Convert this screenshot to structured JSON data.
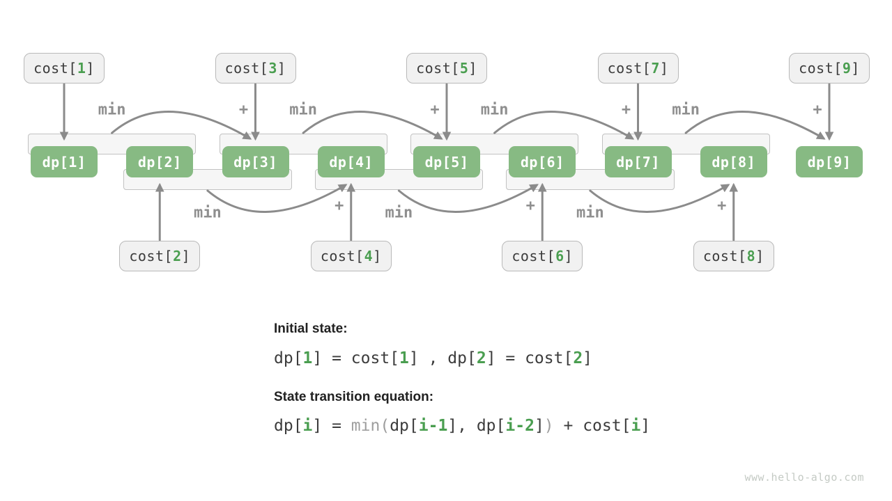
{
  "colors": {
    "dp_box_green": "#87ba83",
    "cost_box_fill": "#f1f1f1",
    "cost_box_border": "#b9b9b9",
    "accent_green": "#4a9e50",
    "dark_text": "#3c3c3c",
    "arrow_gray": "#8b8b8b",
    "label_gray": "#8f8f8f",
    "bracket_fill": "#f6f6f6",
    "bracket_border": "#c2c2c2",
    "watermark_gray": "#c4cac4"
  },
  "diagram": {
    "dp_boxes": [
      {
        "pre": "dp[",
        "num": "1",
        "post": "]"
      },
      {
        "pre": "dp[",
        "num": "2",
        "post": "]"
      },
      {
        "pre": "dp[",
        "num": "3",
        "post": "]"
      },
      {
        "pre": "dp[",
        "num": "4",
        "post": "]"
      },
      {
        "pre": "dp[",
        "num": "5",
        "post": "]"
      },
      {
        "pre": "dp[",
        "num": "6",
        "post": "]"
      },
      {
        "pre": "dp[",
        "num": "7",
        "post": "]"
      },
      {
        "pre": "dp[",
        "num": "8",
        "post": "]"
      },
      {
        "pre": "dp[",
        "num": "9",
        "post": "]"
      }
    ],
    "cost_top_boxes": [
      {
        "pre": "cost[",
        "num": "1",
        "post": "]",
        "col": 0
      },
      {
        "pre": "cost[",
        "num": "3",
        "post": "]",
        "col": 2
      },
      {
        "pre": "cost[",
        "num": "5",
        "post": "]",
        "col": 4
      },
      {
        "pre": "cost[",
        "num": "7",
        "post": "]",
        "col": 6
      },
      {
        "pre": "cost[",
        "num": "9",
        "post": "]",
        "col": 8
      }
    ],
    "cost_bottom_boxes": [
      {
        "pre": "cost[",
        "num": "2",
        "post": "]",
        "col": 1
      },
      {
        "pre": "cost[",
        "num": "4",
        "post": "]",
        "col": 3
      },
      {
        "pre": "cost[",
        "num": "6",
        "post": "]",
        "col": 5
      },
      {
        "pre": "cost[",
        "num": "8",
        "post": "]",
        "col": 7
      }
    ],
    "top_groups": [
      {
        "from_cols": [
          0,
          1
        ],
        "target_col": 2,
        "min_label": "min",
        "plus_label": "+"
      },
      {
        "from_cols": [
          2,
          3
        ],
        "target_col": 4,
        "min_label": "min",
        "plus_label": "+"
      },
      {
        "from_cols": [
          4,
          5
        ],
        "target_col": 6,
        "min_label": "min",
        "plus_label": "+"
      },
      {
        "from_cols": [
          6,
          7
        ],
        "target_col": 8,
        "min_label": "min",
        "plus_label": "+"
      }
    ],
    "bottom_groups": [
      {
        "from_cols": [
          1,
          2
        ],
        "target_col": 3,
        "min_label": "min",
        "plus_label": "+"
      },
      {
        "from_cols": [
          3,
          4
        ],
        "target_col": 5,
        "min_label": "min",
        "plus_label": "+"
      },
      {
        "from_cols": [
          5,
          6
        ],
        "target_col": 7,
        "min_label": "min",
        "plus_label": "+"
      }
    ]
  },
  "footer": {
    "initial_title": "Initial state:",
    "initial_tokens": [
      {
        "t": "dp[",
        "c": "d"
      },
      {
        "t": "1",
        "c": "g"
      },
      {
        "t": "] = cost[",
        "c": "d"
      },
      {
        "t": "1",
        "c": "g"
      },
      {
        "t": "] , dp[",
        "c": "d"
      },
      {
        "t": "2",
        "c": "g"
      },
      {
        "t": "] = cost[",
        "c": "d"
      },
      {
        "t": "2",
        "c": "g"
      },
      {
        "t": "]",
        "c": "d"
      }
    ],
    "transition_title": "State transition equation:",
    "transition_tokens": [
      {
        "t": "dp[",
        "c": "d"
      },
      {
        "t": "i",
        "c": "g"
      },
      {
        "t": "] = ",
        "c": "d"
      },
      {
        "t": "min",
        "c": "y"
      },
      {
        "t": "(",
        "c": "y"
      },
      {
        "t": "dp[",
        "c": "d"
      },
      {
        "t": "i-1",
        "c": "g"
      },
      {
        "t": "], dp[",
        "c": "d"
      },
      {
        "t": "i-2",
        "c": "g"
      },
      {
        "t": "]",
        "c": "d"
      },
      {
        "t": ")",
        "c": "y"
      },
      {
        "t": " + cost[",
        "c": "d"
      },
      {
        "t": "i",
        "c": "g"
      },
      {
        "t": "]",
        "c": "d"
      }
    ]
  },
  "watermark": "www.hello-algo.com"
}
